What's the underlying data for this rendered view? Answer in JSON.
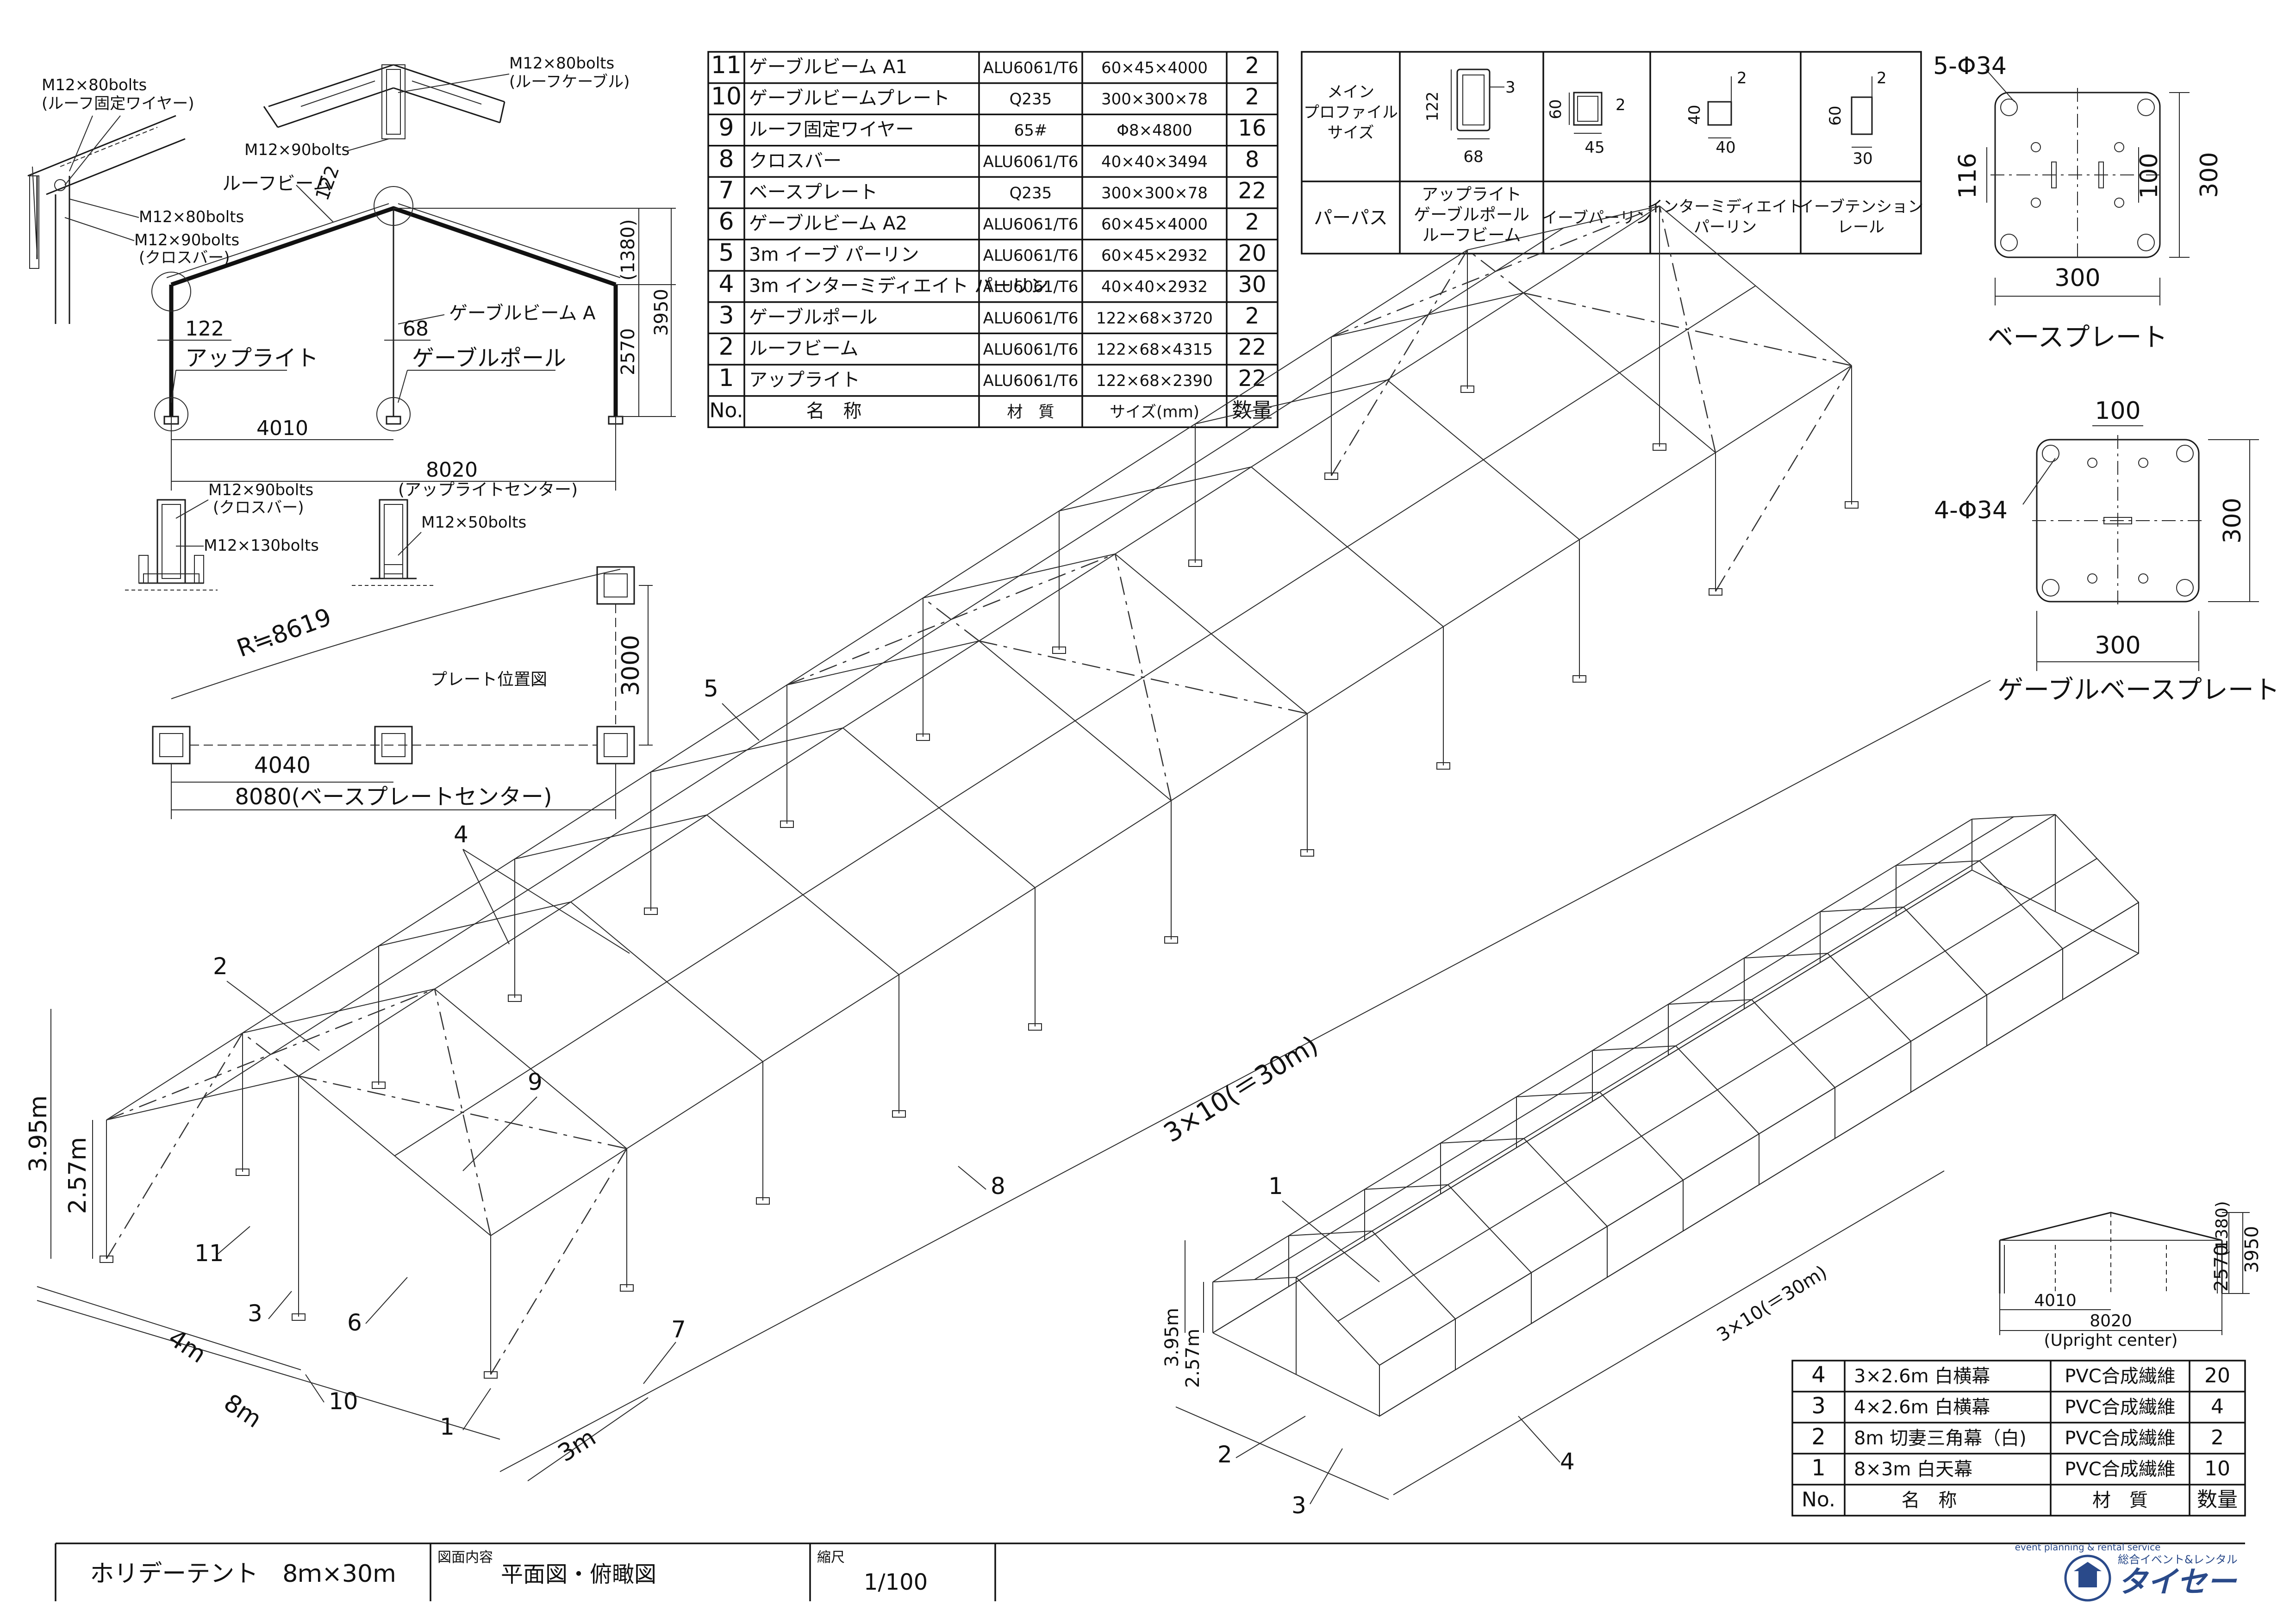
{
  "parts_table": {
    "header": {
      "no": "No.",
      "name": "名　称",
      "material": "材　質",
      "size": "サイズ(mm)",
      "qty": "数量"
    },
    "rows": [
      {
        "no": "11",
        "name": "ゲーブルビーム A1",
        "material": "ALU6061/T6",
        "size": "60×45×4000",
        "qty": "2"
      },
      {
        "no": "10",
        "name": "ゲーブルビームプレート",
        "material": "Q235",
        "size": "300×300×78",
        "qty": "2"
      },
      {
        "no": "9",
        "name": "ルーフ固定ワイヤー",
        "material": "65#",
        "size": "Φ8×4800",
        "qty": "16"
      },
      {
        "no": "8",
        "name": "クロスバー",
        "material": "ALU6061/T6",
        "size": "40×40×3494",
        "qty": "8"
      },
      {
        "no": "7",
        "name": "ベースプレート",
        "material": "Q235",
        "size": "300×300×78",
        "qty": "22"
      },
      {
        "no": "6",
        "name": "ゲーブルビーム A2",
        "material": "ALU6061/T6",
        "size": "60×45×4000",
        "qty": "2"
      },
      {
        "no": "5",
        "name": "3m イーブ パーリン",
        "material": "ALU6061/T6",
        "size": "60×45×2932",
        "qty": "20"
      },
      {
        "no": "4",
        "name": "3m インターミディエイト パーリン",
        "material": "ALU6061/T6",
        "size": "40×40×2932",
        "qty": "30"
      },
      {
        "no": "3",
        "name": "ゲーブルポール",
        "material": "ALU6061/T6",
        "size": "122×68×3720",
        "qty": "2"
      },
      {
        "no": "2",
        "name": "ルーフビーム",
        "material": "ALU6061/T6",
        "size": "122×68×4315",
        "qty": "22"
      },
      {
        "no": "1",
        "name": "アップライト",
        "material": "ALU6061/T6",
        "size": "122×68×2390",
        "qty": "22"
      }
    ]
  },
  "profile_table": {
    "row1_label": [
      "メイン",
      "プロファイル",
      "サイズ"
    ],
    "row2_label": "パーパス",
    "purposes": [
      [
        "アップライト",
        "ゲーブルポール",
        "ルーフビーム"
      ],
      [
        "イーブパーリン"
      ],
      [
        "インターミディエイト",
        "パーリン"
      ],
      [
        "イーブテンション",
        "レール"
      ]
    ],
    "dims": {
      "p1": {
        "h": "122",
        "w": "68",
        "t": "3"
      },
      "p2": {
        "h": "60",
        "w": "45",
        "t": "2"
      },
      "p3": {
        "h": "40",
        "w": "40",
        "t": "2"
      },
      "p4": {
        "h": "60",
        "w": "30",
        "t": "2"
      }
    }
  },
  "base_plate": {
    "holes": "5-Φ34",
    "dim_h": "300",
    "dim_w": "300",
    "dim_116": "116",
    "dim_100": "100",
    "title": "ベースプレート"
  },
  "gable_plate": {
    "holes": "4-Φ34",
    "dim_h": "300",
    "dim_w": "300",
    "dim_100": "100",
    "title": "ゲーブルベースプレート"
  },
  "section": {
    "bolts_roof_wire": "M12×80bolts",
    "bolts_roof_wire_sub": "(ルーフ固定ワイヤー)",
    "bolts_roof_cable": "M12×80bolts",
    "bolts_roof_cable_sub": "(ルーフケーブル)",
    "bolts_90": "M12×90bolts",
    "bolts_80_2": "M12×80bolts",
    "bolts_90_cross": "M12×90bolts",
    "bolts_90_cross_sub": "(クロスバー)",
    "roof_beam": "ルーフビーム",
    "gable_beam_a": "ゲーブルビーム A",
    "upright": "アップライト",
    "gable_pole": "ゲーブルポール",
    "d122_top": "122",
    "d122": "122",
    "d68": "68",
    "d4010": "4010",
    "d8020": "8020",
    "d8020_sub": "(アップライトセンター)",
    "d1380": "(1380)",
    "d3950": "3950",
    "d2570": "2570",
    "bolts_90_cross2": "M12×90bolts",
    "bolts_90_cross2_sub": "(クロスバー)",
    "bolts_130": "M12×130bolts",
    "bolts_50": "M12×50bolts"
  },
  "plate_layout": {
    "radius": "R≒8619",
    "title": "プレート位置図",
    "d3000": "3000",
    "d4040": "4040",
    "d8080": "8080(ベースプレートセンター)"
  },
  "main_iso": {
    "label_5": "5",
    "label_4": "4",
    "label_2": "2",
    "label_9": "9",
    "label_11": "11",
    "label_3": "3",
    "label_6": "6",
    "label_8": "8",
    "label_7": "7",
    "label_10": "10",
    "label_1": "1",
    "h395": "3.95m",
    "h257": "2.57m",
    "w4": "4m",
    "w8": "8m",
    "w3": "3m",
    "len": "3×10(＝30m)"
  },
  "small_iso": {
    "label_1": "1",
    "label_2": "2",
    "label_3": "3",
    "label_4": "4",
    "h395": "3.95m",
    "h257": "2.57m",
    "len": "3×10(＝30m)"
  },
  "small_section": {
    "d1380": "(1380)",
    "d3950": "3950",
    "d2570": "2570",
    "d4010": "4010",
    "d8020": "8020",
    "sub": "(Upright center)"
  },
  "cover_table": {
    "header": {
      "no": "No.",
      "name": "名　称",
      "material": "材　質",
      "qty": "数量"
    },
    "rows": [
      {
        "no": "4",
        "name": "3×2.6m 白横幕",
        "material": "PVC合成繊維",
        "qty": "20"
      },
      {
        "no": "3",
        "name": "4×2.6m 白横幕",
        "material": "PVC合成繊維",
        "qty": "4"
      },
      {
        "no": "2",
        "name": "8m 切妻三角幕（白)",
        "material": "PVC合成繊維",
        "qty": "2"
      },
      {
        "no": "1",
        "name": "8×3m 白天幕",
        "material": "PVC合成繊維",
        "qty": "10"
      }
    ]
  },
  "title_block": {
    "product": "ホリデーテント　8ｍ×30m",
    "content_label": "図面内容",
    "content": "平面図・俯瞰図",
    "scale_label": "縮尺",
    "scale": "1/100",
    "company": "タイセー",
    "company_sub": "総合イベント&レンタル",
    "logo_ring": "event planning & rental service"
  }
}
